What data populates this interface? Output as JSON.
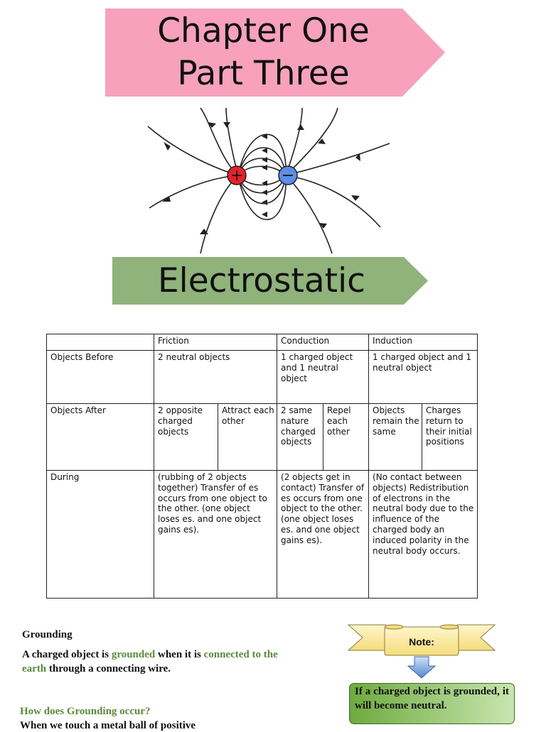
{
  "title": {
    "line1": "Chapter One",
    "line2": "Part Three",
    "color": "#f7a1bd"
  },
  "subtitle": {
    "text": "Electrostatic",
    "color": "#8fb37a"
  },
  "diagram": {
    "positive_symbol": "+",
    "negative_symbol": "−",
    "positive_color": "#e8202a",
    "negative_color": "#5b8ee8"
  },
  "table": {
    "header": {
      "blank": "",
      "friction": "Friction",
      "conduction": "Conduction",
      "induction": "Induction"
    },
    "objects_before": {
      "label": "Objects Before",
      "friction": "2 neutral objects",
      "conduction": "1 charged object and 1 neutral object",
      "induction": "1 charged object and 1 neutral object"
    },
    "objects_after": {
      "label": "Objects After",
      "friction_a": "2 opposite charged objects",
      "friction_b": "Attract each other",
      "conduction_a": "2 same nature charged objects",
      "conduction_b": "Repel each other",
      "induction_a": "Objects remain the same",
      "induction_b": "Charges return to their initial positions"
    },
    "during": {
      "label": "During",
      "friction": "(rubbing of 2 objects together) Transfer of es occurs from one object to the other. (one object loses es. and one object gains es).",
      "conduction": "(2 objects get in contact) Transfer of es occurs from one object to the other. (one object loses es. and one object gains es).",
      "induction": "(No contact between objects) Redistribution of electrons in the neutral body due to the influence of the charged body  an induced polarity in the neutral body occurs."
    }
  },
  "grounding": {
    "heading": "Grounding",
    "def_part1": "A charged object is ",
    "def_grounded": "grounded",
    "def_part2": " when it is ",
    "def_connected": "connected to the earth",
    "def_part3": " through a connecting wire.",
    "how_heading": "How does Grounding occur?",
    "how_text": "When we touch a metal ball of positive",
    "accent_color": "#5a8a3a"
  },
  "note": {
    "label": "Note:",
    "text": "If a charged object is grounded, it will become neutral."
  }
}
